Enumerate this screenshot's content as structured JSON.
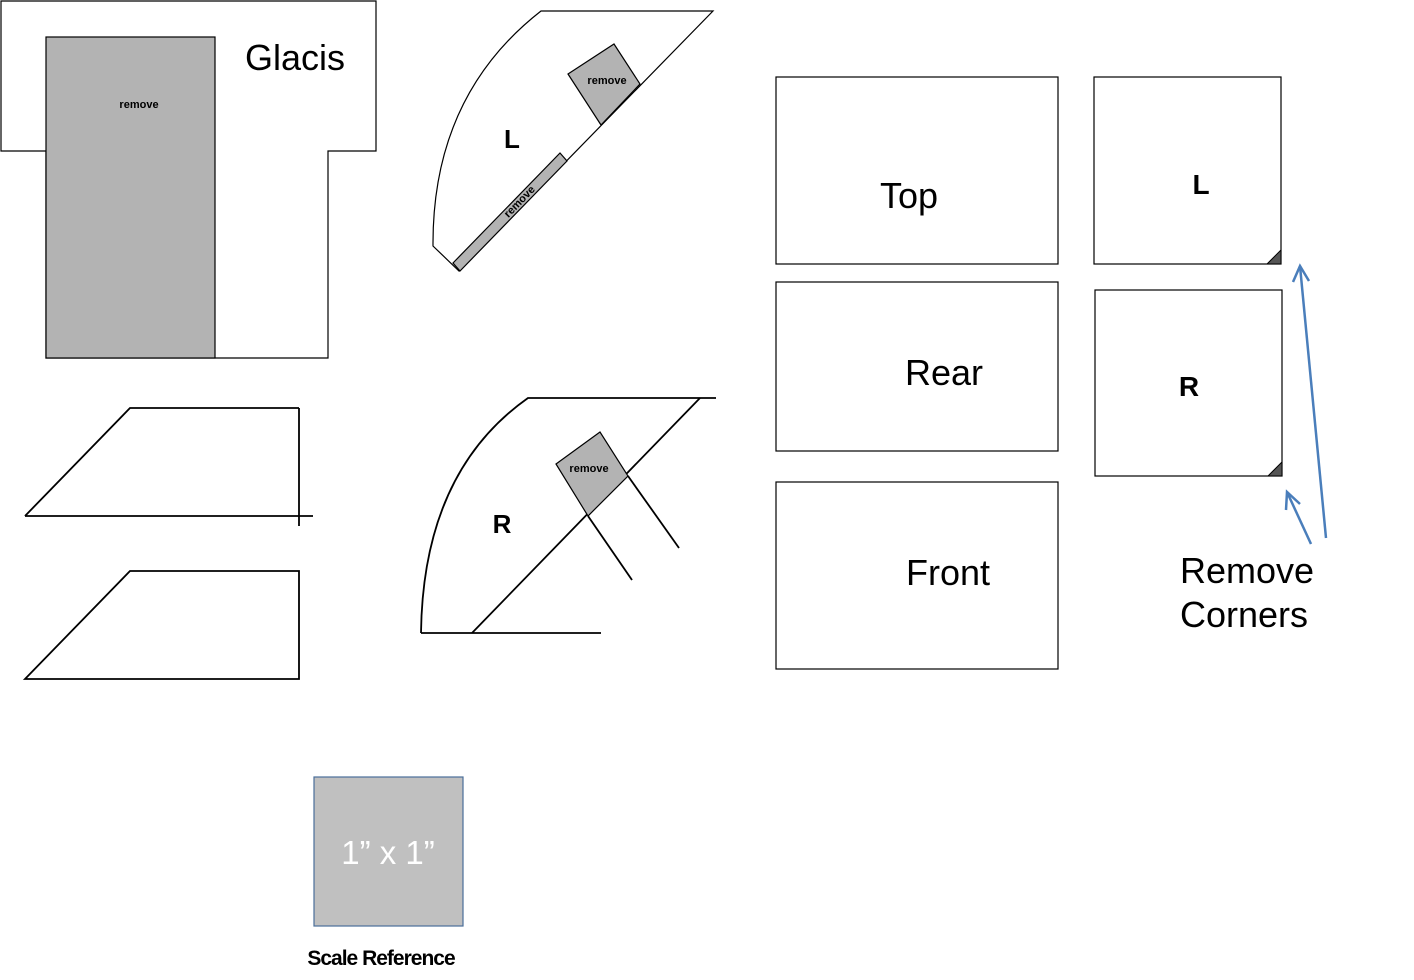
{
  "pieces": {
    "glacis": {
      "label": "Glacis",
      "remove_label": "remove"
    },
    "side_left": {
      "label": "L",
      "remove_label_1": "remove",
      "remove_label_2": "remove"
    },
    "side_right": {
      "label": "R",
      "remove_label": "remove"
    },
    "plates": {
      "top": "Top",
      "rear": "Rear",
      "front": "Front",
      "left": "L",
      "right": "R"
    }
  },
  "note": {
    "line1": "Remove",
    "line2": "Corners"
  },
  "scale": {
    "box_text": "1” x 1”",
    "caption": "Scale Reference"
  },
  "colors": {
    "cut_region": "#b3b3b3",
    "arrow": "#4a7ebb",
    "scale_box": "#c0c0c0"
  }
}
